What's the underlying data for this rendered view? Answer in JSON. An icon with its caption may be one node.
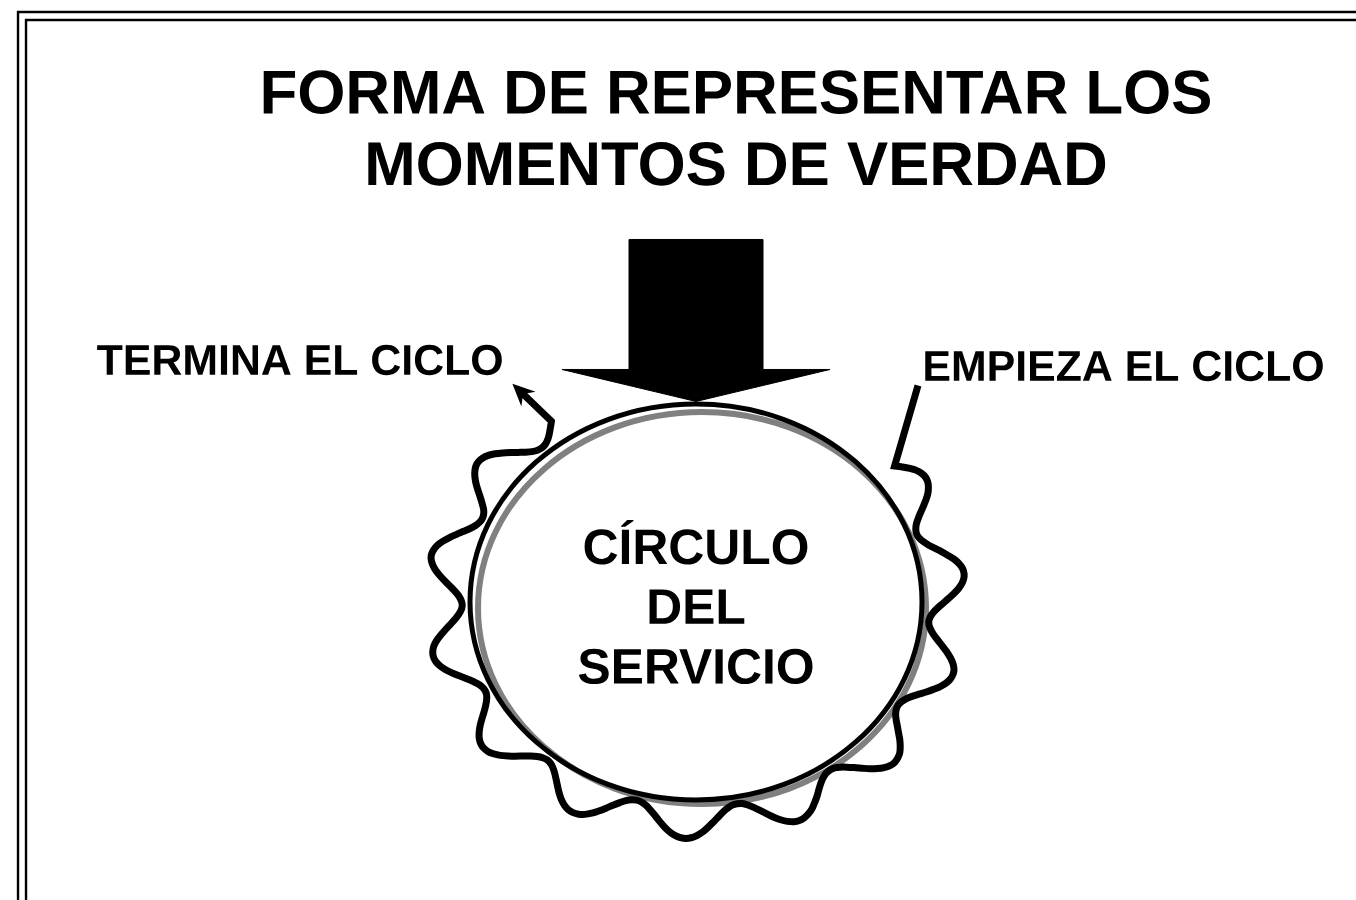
{
  "diagram": {
    "title": "FORMA DE REPRESENTAR LOS MOMENTOS DE VERDAD",
    "nodes": [
      {
        "text": [
          "CÍRCULO DEL SERVICIO"
        ]
      },
      {
        "text": [
          "EMPIEZA EL CICLO"
        ]
      },
      {
        "text": [
          "TERMINA EL CICLO"
        ]
      }
    ],
    "edges": [
      {
        "from": null,
        "to": 0,
        "arrow": "to",
        "style": "thick"
      },
      {
        "from": 1,
        "to": 2,
        "arrow": "to"
      }
    ]
  }
}
